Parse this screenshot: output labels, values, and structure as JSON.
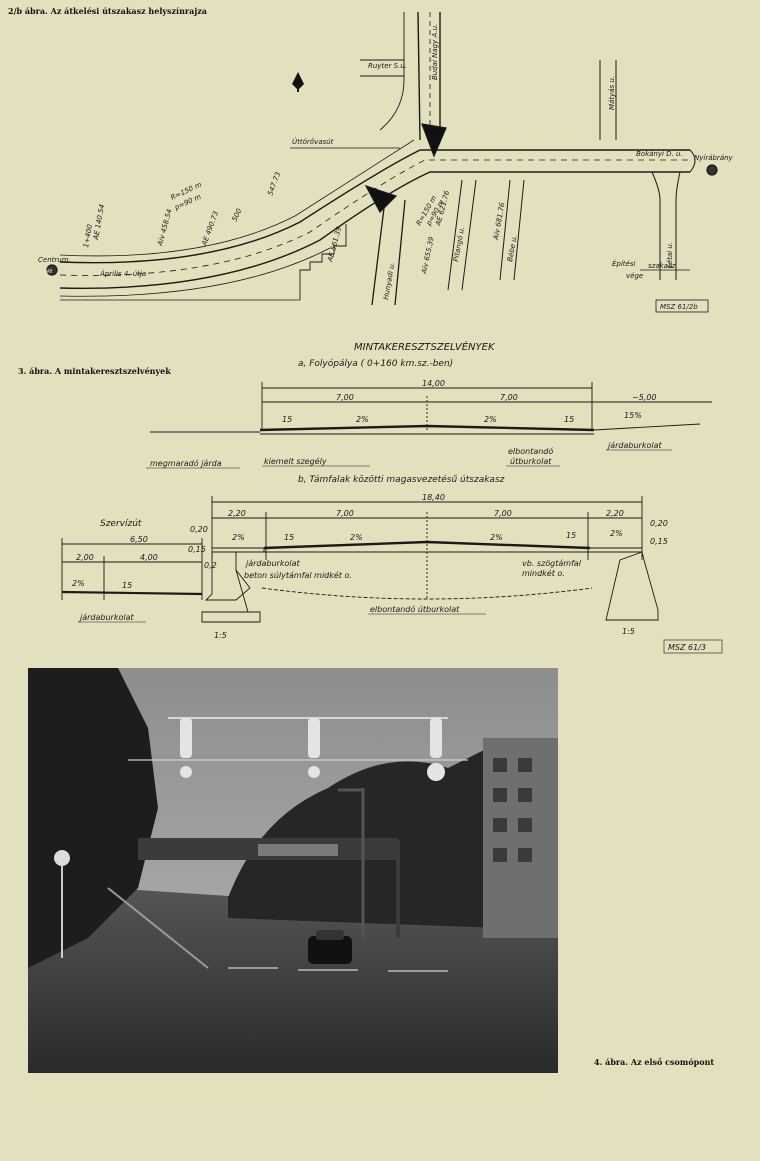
{
  "captions": {
    "fig2b": "2/b ábra. Az átkelési útszakasz helyszínrajza",
    "fig3": "3. ábra. A mintakeresztszelvények",
    "fig4": "4. ábra. Az első csomópont"
  },
  "site_plan": {
    "streets": {
      "ruyter": "Ruyter S.u.",
      "budai": "Budai Nagy A.u.",
      "matyas": "Mátyás u.",
      "bokanyi": "Bokányi D. u.",
      "utorovasut": "Úttörővasút",
      "nyirabrany": "Nyírábrány",
      "hunyadi": "Hunyadi u.",
      "pitango": "Pitangó u.",
      "bebe": "Bébe u.",
      "letai": "Létai u.",
      "centrum": "Centrum",
      "aprilis": "Április 4. útja"
    },
    "stations": {
      "s1": "1+400",
      "s1b": "AE 140.54",
      "s2": "Aív 458.54",
      "s3": "AE 490.73",
      "s4": "500",
      "s5": "AE 561.39",
      "s6": "547.73",
      "s7": "Aív 655.39",
      "s8": "AE 621.76",
      "s9": "Aív 681.76"
    },
    "radii": {
      "r1": "R=150 m",
      "p1": "p=90 m",
      "r2": "R=150 m",
      "p2": "p=90 m"
    },
    "construction_end": {
      "line1": "Építési",
      "line2": "szakasz",
      "line3": "vége"
    },
    "route_badge": "48",
    "ref": "MSZ 61/2b"
  },
  "cross_sections": {
    "main_title": "MINTAKERESZTSZELVÉNYEK",
    "section_a": {
      "title": "a, Folyópálya ( 0+160 km.sz.-ben)",
      "total": "14,00",
      "lane_left": "7,00",
      "lane_right": "7,00",
      "side": "~5,00",
      "slope_left": "2%",
      "slope_right": "2%",
      "slope_side": "15%",
      "kerb_left": "15",
      "kerb_right": "15",
      "labels": {
        "sidewalk_keep": "megmaradó járda",
        "raised_kerb": "kiemelt szegély",
        "demolish1": "elbontandó",
        "demolish2": "útburkolat",
        "pavement": "járdaburkolat"
      }
    },
    "section_b": {
      "title": "b, Támfalak közötti magasvezetésű útszakasz",
      "service_road": "Szervízút",
      "total": "18,40",
      "side_l": "2,20",
      "lane_l": "7,00",
      "lane_r": "7,00",
      "side_r": "2,20",
      "service_width": "6,50",
      "d_200": "2,00",
      "d_400": "4,00",
      "h_020l": "0,20",
      "h_015l": "0,15",
      "h_020r": "0,20",
      "h_015r": "0,15",
      "h_002": "0,2",
      "slope_sl": "2%",
      "slope_l": "2%",
      "slope_r": "2%",
      "slope_sr": "2%",
      "slope_service": "2%",
      "kerb_1": "15",
      "kerb_2": "15",
      "kerb_3": "15",
      "labels": {
        "pavement_l": "járdaburkolat",
        "wall_l": "beton súlytámfal midkét o.",
        "wall_r1": "vb. szögtámfal",
        "wall_r2": "mindkét o.",
        "demolish": "elbontandó útburkolat",
        "pavement_service": "járdaburkolat",
        "batter_l": "1:5",
        "batter_r": "1:5"
      }
    },
    "ref": "MSZ 61/3"
  }
}
